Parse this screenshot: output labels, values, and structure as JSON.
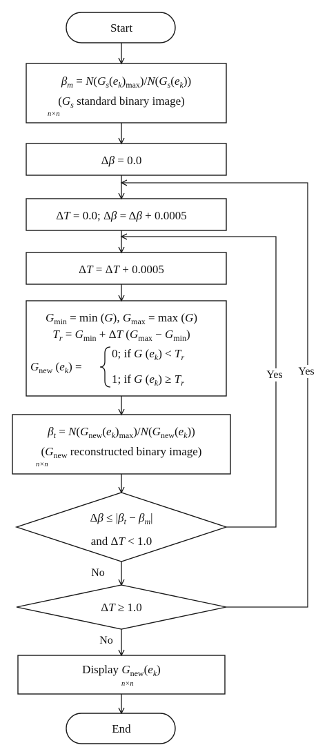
{
  "start": "Start",
  "end": "End",
  "symbols": {
    "beta": "β",
    "delta": "Δ",
    "G": "G",
    "T": "T",
    "N": "N",
    "e": "e",
    "eq": "=",
    "le": "≤",
    "ge": "≥",
    "lt": "<",
    "minus": "−",
    "plus": "+",
    "slash": "/"
  },
  "subs": {
    "m": "m",
    "s": "s",
    "k": "k",
    "t": "t",
    "r": "r",
    "max": "max",
    "min": "min",
    "new": "new",
    "nxn": "n×n"
  },
  "words": {
    "min_fn": "min",
    "max_fn": "max",
    "if": "if",
    "and": "and",
    "zero": "0;",
    "one": "1;",
    "standard": "standard binary image)",
    "reconstructed": "reconstructed binary image)",
    "display": "Display"
  },
  "values": {
    "zero": "0.0",
    "step": "0.0005",
    "limit": "1.0"
  },
  "labels": {
    "yes_inner": "Yes",
    "yes_outer": "Yes",
    "no_1": "No",
    "no_2": "No"
  }
}
